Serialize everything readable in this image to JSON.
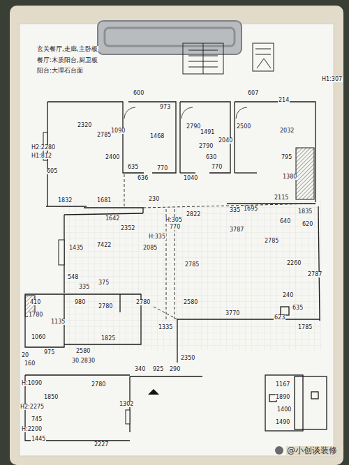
{
  "diagram": {
    "labels": [
      "玄关餐厅,走廊,主卧板",
      "餐厅:木质阳台,厨卫板",
      "阳台:大理石台面",
      "H1:307",
      "2320",
      "2785",
      "600",
      "973",
      "H2:2280",
      "H1:812",
      "1090",
      "2400",
      "1468",
      "605",
      "635",
      "770",
      "636",
      "2790",
      "1491",
      "2790",
      "1040",
      "630",
      "770",
      "2040",
      "607",
      "214",
      "2500",
      "2032",
      "795",
      "1380",
      "1832",
      "1681",
      "230",
      "1642",
      "H:305",
      "2822",
      "770",
      "2352",
      "H:335",
      "7422",
      "1435",
      "2085",
      "1695",
      "2115",
      "1835",
      "335",
      "640",
      "620",
      "3787",
      "2785",
      "2260",
      "2787",
      "548",
      "335",
      "375",
      "2785",
      "410",
      "980",
      "2780",
      "1780",
      "1135",
      "2780",
      "240",
      "635",
      "623",
      "3770",
      "1785",
      "1335",
      "1060",
      "1825",
      "2580",
      "975",
      "2580",
      "20",
      "160",
      "30.2830",
      "2350",
      "340",
      "925",
      "290",
      "2780",
      "H:1090",
      "1850",
      "1302",
      "H2:2275",
      "745",
      "H:2200",
      "1445",
      "2227",
      "1167",
      "1890",
      "1400",
      "1490",
      "@小创谈装修"
    ]
  }
}
